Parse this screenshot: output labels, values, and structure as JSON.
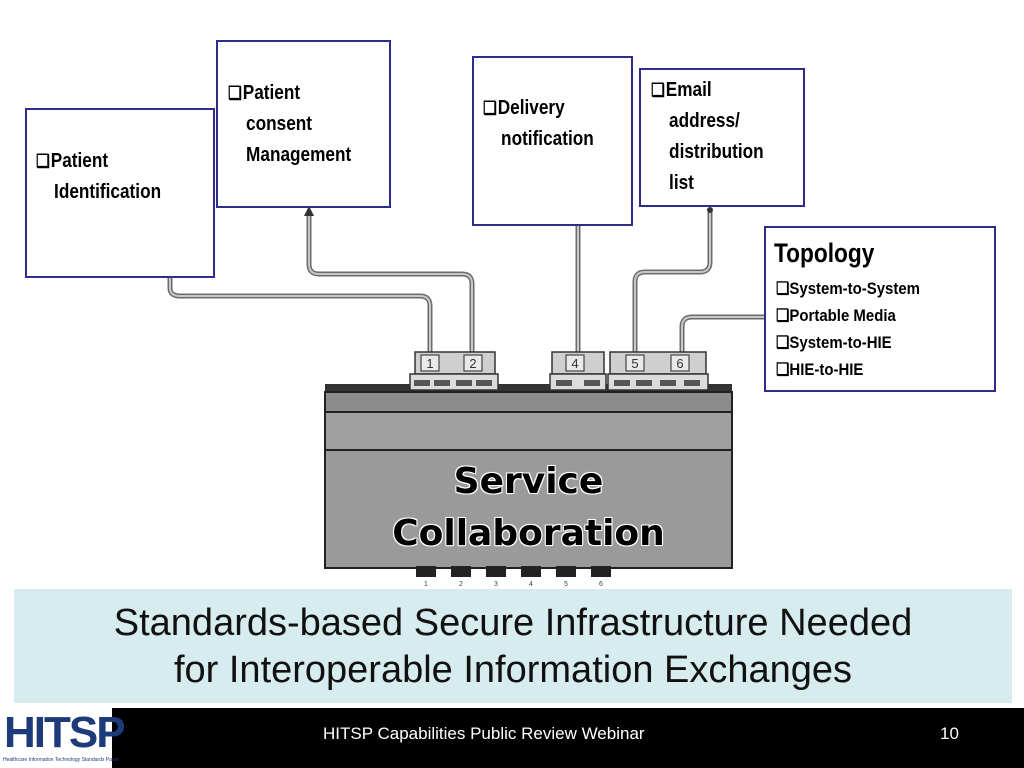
{
  "boxes": {
    "patient_identification": [
      "Patient",
      "Identification"
    ],
    "patient_consent": [
      "Patient",
      "consent",
      "Management"
    ],
    "delivery": [
      "Delivery",
      "notification"
    ],
    "email": [
      "Email",
      "address/",
      "distribution",
      "list"
    ]
  },
  "checkbox_glyph": "❑",
  "topology": {
    "title": "Topology",
    "items": [
      "System-to-System",
      "Portable Media",
      "System-to-HIE",
      "HIE-to-HIE"
    ]
  },
  "hub": {
    "label_line1": "Service",
    "label_line2": "Collaboration",
    "top_ports": [
      "1",
      "2",
      "4",
      "5",
      "6"
    ],
    "bottom_ports": [
      "1",
      "2",
      "3",
      "4",
      "5",
      "6"
    ]
  },
  "banner": {
    "line1": "Standards-based Secure Infrastructure Needed",
    "line2": "for Interoperable Information Exchanges"
  },
  "footer": {
    "logo": "HITSP",
    "logo_subtitle": "Healthcare Information Technology Standards Panel",
    "title": "HITSP Capabilities Public Review Webinar",
    "page_number": "10"
  },
  "colors": {
    "box_border": "#2e2e8a",
    "banner_bg": "#d6ecef",
    "hub_body": "#9a9a9a",
    "footer_bg": "#000000",
    "logo_blue": "#1d3a7a"
  }
}
